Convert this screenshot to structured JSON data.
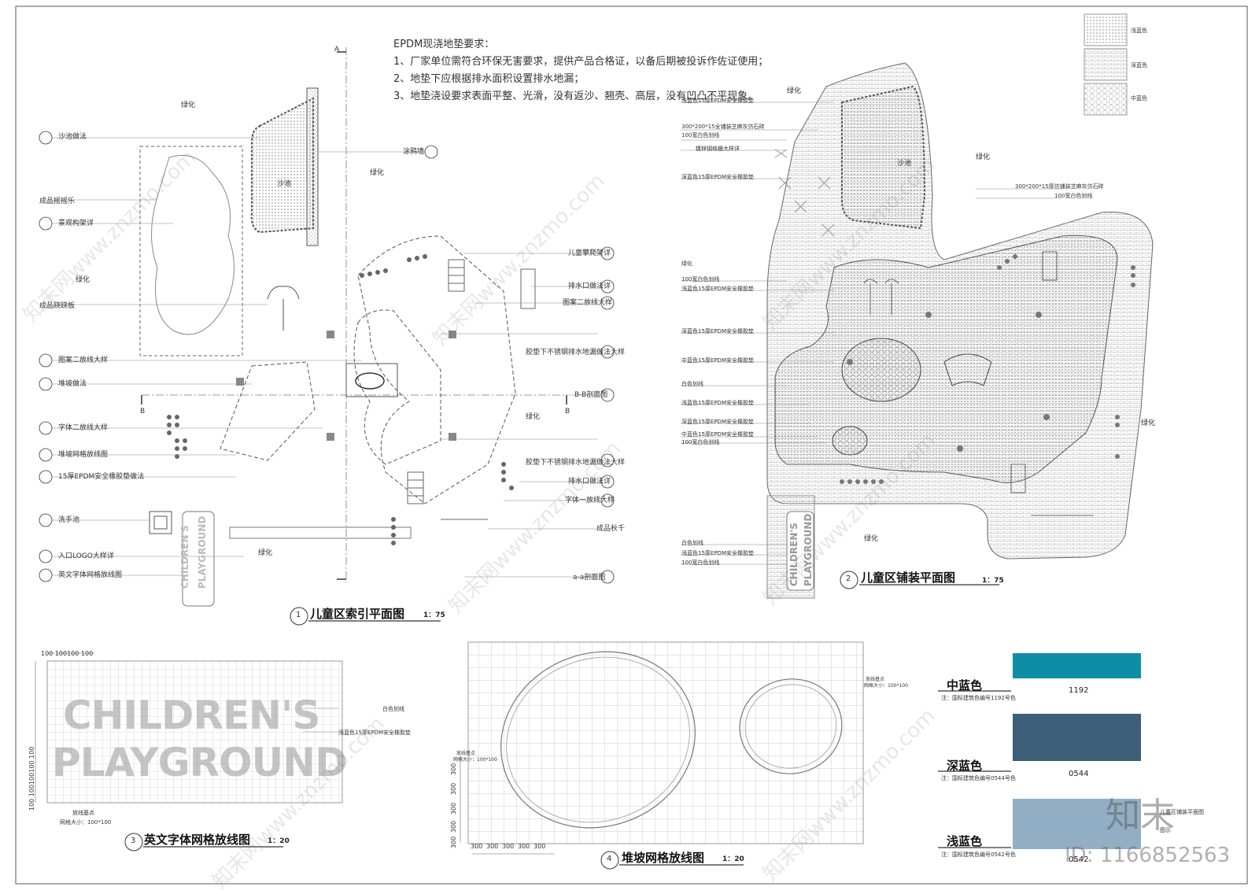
{
  "notes": {
    "title": "EPDM现浇地垫要求：",
    "items": [
      "1、厂家单位需符合环保无害要求，提供产品合格证，以备后期被投诉作佐证使用；",
      "2、地垫下应根据排水面积设置排水地漏；",
      "3、地垫浇设要求表面平整、光滑，没有返沙、翘壳、高层，没有凹凸不平现象。"
    ]
  },
  "plan1": {
    "title": "儿童区索引平面图",
    "num": "1",
    "scale": "1：75",
    "section_a": "A",
    "section_b": "B",
    "labels": [
      "沙池做法",
      "成品摇摇乐",
      "景观构架详",
      "成品跷跷板",
      "图案二放线大样",
      "堆坡做法",
      "字体二放线大样",
      "堆坡网格放线图",
      "15厚EPDM安全橡胶垫做法",
      "洗手池",
      "入口LOGO大样详",
      "英文字体网格放线图",
      "涂鸦墙",
      "儿童攀爬架详",
      "排水口做法详",
      "图案二放线大样",
      "胶垫下不锈钢排水地漏做法大样",
      "B-B剖面图",
      "胶垫下不锈钢排水地漏做法大样",
      "排水口做法详",
      "字体一放线大样",
      "成品秋千",
      "a-a剖面图"
    ],
    "green": [
      "绿化",
      "绿化",
      "绿化",
      "绿化",
      "绿化"
    ],
    "sandpit": "沙池",
    "logo_line1": "CHILDREN'S",
    "logo_line2": "PLAYGROUND"
  },
  "plan2": {
    "title": "儿童区铺装平面图",
    "num": "2",
    "scale": "1：75",
    "labels": [
      "浅蓝色15厚EPDM安全橡胶垫",
      "300*200*15全铺装芝麻灰仿石砖",
      "100宽白色划线",
      "镀锌钢格栅大样详",
      "深蓝色15厚EPDM安全橡胶垫",
      "绿化",
      "100宽白色划线",
      "浅蓝色15厚EPDM安全橡胶垫",
      "深蓝色15厚EPDM安全橡胶垫",
      "中蓝色15厚EPDM安全橡胶垫",
      "白色划线",
      "浅蓝色15厚EPDM安全橡胶垫",
      "深蓝色15厚EPDM安全橡胶垫",
      "中蓝色15厚EPDM安全橡胶垫",
      "100宽白色划线",
      "白色划线",
      "浅蓝色15厚EPDM安全橡胶垫",
      "100宽白色划线"
    ],
    "right_labels": [
      "300*200*15厚仿铺装芝麻灰仿石砖",
      "100宽白色划线"
    ],
    "green": [
      "绿化",
      "绿化",
      "绿化",
      "绿化",
      "绿化"
    ],
    "sandpit": "沙池",
    "logo_line1": "CHILDREN'S",
    "logo_line2": "PLAYGROUND"
  },
  "legend_patterns": [
    "浅蓝色",
    "深蓝色",
    "中蓝色"
  ],
  "plan3": {
    "title": "英文字体网格放线图",
    "num": "3",
    "scale": "1：20",
    "top_dims": "100 100100 100",
    "left_dims": "100 100100100 100",
    "text1": "CHILDREN'S",
    "text2": "PLAYGROUND",
    "label_a": "白色划线",
    "label_b": "浅蓝色15厚EPDM安全橡胶垫",
    "origin": "放线基点",
    "grid_size": "网格大小：100*100"
  },
  "plan4": {
    "title": "堆坡网格放线图",
    "num": "4",
    "scale": "1：20",
    "origin_left": "放线基点",
    "grid_left": "网格大小：100*100",
    "origin_right": "放线基点",
    "grid_right": "网格大小：100*100",
    "bottom_dims": [
      "300",
      "300",
      "300",
      "300",
      "300"
    ],
    "left_dims": [
      "300",
      "300",
      "300",
      "300",
      "300"
    ]
  },
  "colors": [
    {
      "name": "中蓝色",
      "code": "1192",
      "note": "注：国标建筑色编号1192号色",
      "hex": "#0e8ea4"
    },
    {
      "name": "深蓝色",
      "code": "0544",
      "note": "注：国标建筑色编号0544号色",
      "hex": "#3d5f7a"
    },
    {
      "name": "浅蓝色",
      "code": "0542",
      "note": "注：国标建筑色编号0542号色",
      "hex": "#91aec4"
    }
  ],
  "watermark": {
    "text": "知末网www.znzmo.com",
    "logo": "知末",
    "id": "ID: 1166852563",
    "partial_label": "儿童区铺装平面图",
    "partial_label2": "图示",
    "partial_code": "0542"
  }
}
